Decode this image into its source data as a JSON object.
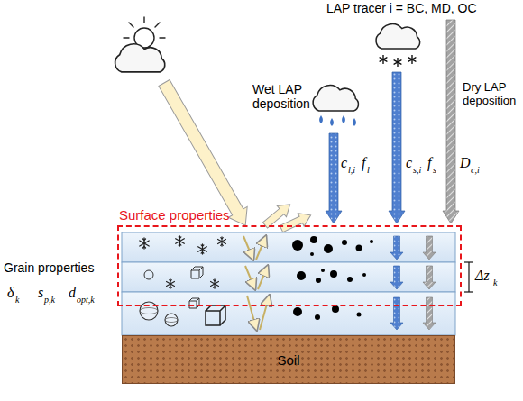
{
  "diagram": {
    "nodes": [
      {
        "text": [
          "Surface properties"
        ]
      },
      {
        "text": [
          "Soil"
        ]
      }
    ],
    "labels": [
      "LAP tracer i = BC, MD, OC",
      "Wet LAP deposition",
      "Dry LAP deposition",
      "c",
      "l,i",
      "f",
      "l",
      "c",
      "s,i",
      "f",
      "s",
      "D",
      "c,i",
      "Grain properties",
      "δ",
      "k",
      "s",
      "p,k",
      "d",
      "opt,k",
      "Δz",
      "k"
    ]
  }
}
